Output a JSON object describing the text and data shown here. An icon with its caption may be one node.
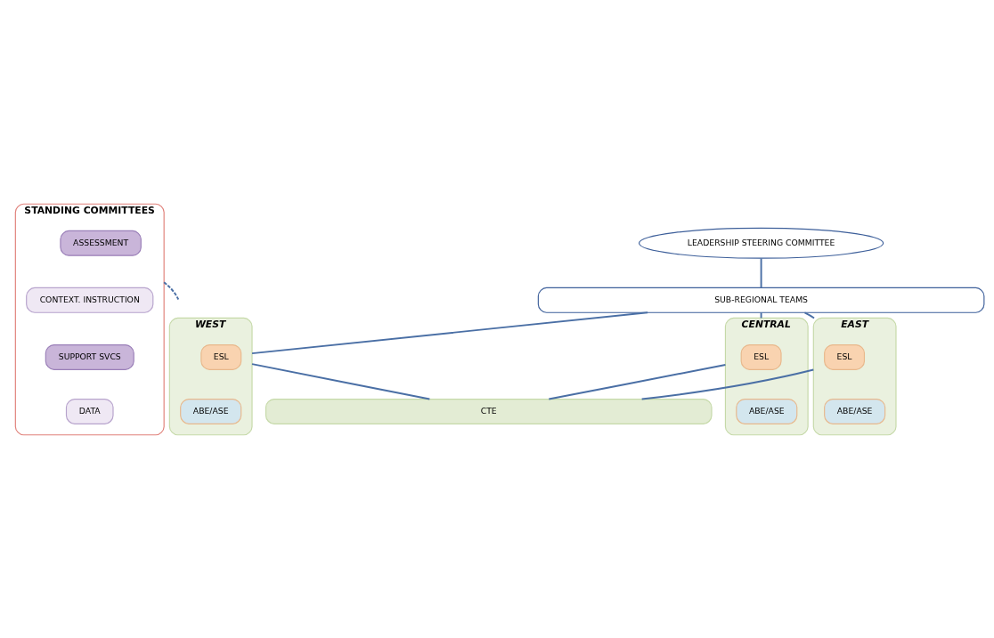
{
  "diagram": {
    "nodes": [
      {
        "text": [
          "STANDING COMMITTEES"
        ]
      },
      {
        "text": [
          "ASSESSMENT"
        ],
        "in": 0
      },
      {
        "text": [
          "CONTEXT. INSTRUCTION"
        ],
        "in": 0
      },
      {
        "text": [
          "SUPPORT SVCS"
        ],
        "in": 0
      },
      {
        "text": [
          "DATA"
        ],
        "in": 0
      },
      {
        "text": [
          "LEADERSHIP STEERING COMMITTEE"
        ]
      },
      {
        "text": [
          "SUB-REGIONAL TEAMS"
        ]
      },
      {
        "text": [
          "WEST"
        ]
      },
      {
        "text": [
          "ESL"
        ],
        "in": 7
      },
      {
        "text": [
          "ABE/ASE"
        ],
        "in": 7
      },
      {
        "text": [
          "CENTRAL"
        ]
      },
      {
        "text": [
          "ESL"
        ],
        "in": 10
      },
      {
        "text": [
          "ABE/ASE"
        ],
        "in": 10
      },
      {
        "text": [
          "EAST"
        ]
      },
      {
        "text": [
          "ESL"
        ],
        "in": 13
      },
      {
        "text": [
          "ABE/ASE"
        ],
        "in": 13
      },
      {
        "text": [
          "CTE"
        ]
      }
    ],
    "edges": [
      {
        "from": 0,
        "to": null,
        "arrow": "none",
        "style": "dashed"
      },
      {
        "from": 5,
        "to": 6,
        "arrow": "none"
      },
      {
        "from": 6,
        "to": 7,
        "arrow": "none"
      },
      {
        "from": 6,
        "to": 10,
        "arrow": "none"
      },
      {
        "from": 6,
        "to": 13,
        "arrow": "none"
      },
      {
        "from": 7,
        "to": 16,
        "arrow": "none"
      },
      {
        "from": 10,
        "to": 16,
        "arrow": "none"
      },
      {
        "from": 13,
        "to": 16,
        "arrow": "none"
      }
    ]
  }
}
